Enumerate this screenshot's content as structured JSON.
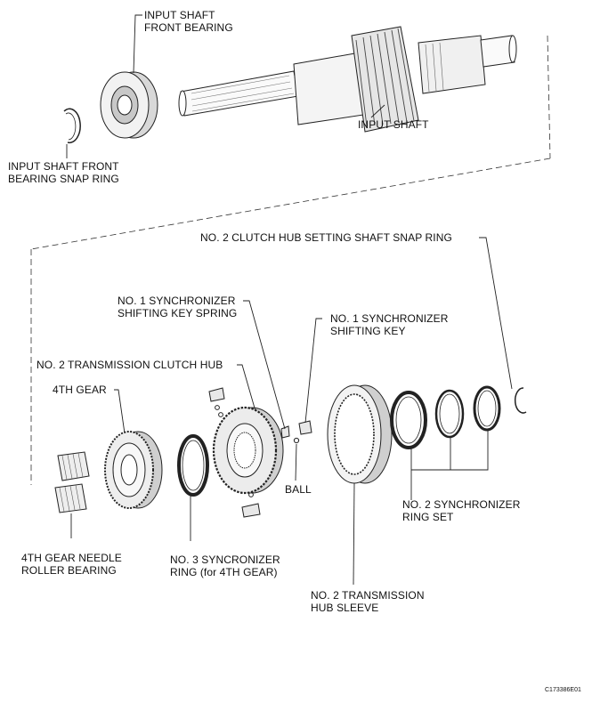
{
  "labels": {
    "input_shaft_front_bearing": [
      "INPUT SHAFT",
      "FRONT BEARING"
    ],
    "input_shaft": "INPUT SHAFT",
    "input_shaft_front_bearing_snap_ring": [
      "INPUT SHAFT FRONT",
      "BEARING SNAP RING"
    ],
    "no2_clutch_hub_setting_shaft_snap_ring": "NO. 2 CLUTCH HUB SETTING SHAFT SNAP RING",
    "no1_synchronizer_shifting_key_spring": [
      "NO. 1 SYNCHRONIZER",
      "SHIFTING KEY SPRING"
    ],
    "no1_synchronizer_shifting_key": [
      "NO. 1 SYNCHRONIZER",
      "SHIFTING KEY"
    ],
    "no2_transmission_clutch_hub": "NO. 2 TRANSMISSION CLUTCH HUB",
    "fourth_gear": "4TH GEAR",
    "ball": "BALL",
    "no2_synchronizer_ring_set": [
      "NO. 2 SYNCHRONIZER",
      "RING SET"
    ],
    "fourth_gear_needle_roller_bearing": [
      "4TH GEAR NEEDLE",
      "ROLLER BEARING"
    ],
    "no3_syncronizer_ring": [
      "NO. 3 SYNCRONIZER",
      "RING (for 4TH GEAR)"
    ],
    "no2_transmission_hub_sleeve": [
      "NO. 2 TRANSMISSION",
      "HUB SLEEVE"
    ]
  },
  "figure_code": "C173386E01"
}
